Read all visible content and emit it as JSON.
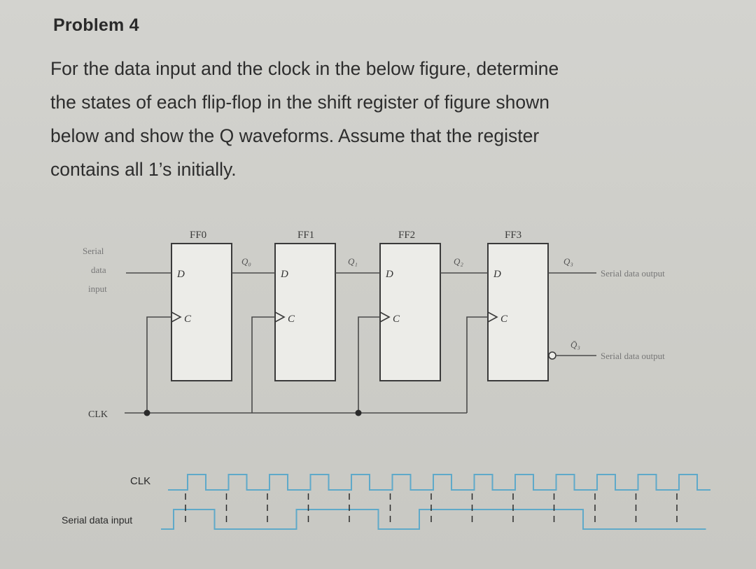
{
  "problem": {
    "title": "Problem 4",
    "lines": [
      "For the data input and the clock in the below figure, determine",
      "the states of each flip-flop in the shift register of figure shown",
      "below and show the Q waveforms. Assume that the register",
      "contains all 1’s initially."
    ]
  },
  "circuit": {
    "flipflops": [
      {
        "name": "FF0",
        "d": "D",
        "c": "C",
        "q": "Q₀"
      },
      {
        "name": "FF1",
        "d": "D",
        "c": "C",
        "q": "Q₁"
      },
      {
        "name": "FF2",
        "d": "D",
        "c": "C",
        "q": "Q₂"
      },
      {
        "name": "FF3",
        "d": "D",
        "c": "C",
        "q": "Q₃"
      }
    ],
    "input_label": [
      "Serial",
      "data",
      "input"
    ],
    "clk_label": "CLK",
    "output_label": "Serial data output",
    "q3_bar": "Q̄₃",
    "output_bar_label": "Serial data output"
  },
  "waveforms": {
    "clk_label": "CLK",
    "serial_label": "Serial data input",
    "clk_pulses": 13,
    "serial_levels": [
      1,
      0,
      0,
      1,
      1,
      0,
      1,
      1,
      1,
      1,
      0,
      0,
      0
    ]
  },
  "colors": {
    "text": "#2d2d2d",
    "ink": "#3a3a3a",
    "wave": "#5fa9c9",
    "box_fill": "#ecece8"
  }
}
